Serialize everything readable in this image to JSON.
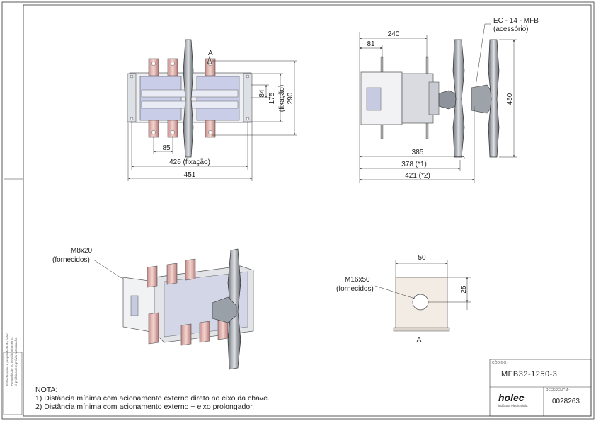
{
  "front_view": {
    "label_a": "A",
    "dim_84": "84",
    "dim_175": "175",
    "dim_175_note": "(fixação)",
    "dim_290": "290",
    "dim_85": "85",
    "dim_426": "426 (fixação)",
    "dim_451": "451"
  },
  "side_view": {
    "accessory_label": "EC - 14 - MFB",
    "accessory_note": "(acessório)",
    "dim_240": "240",
    "dim_81": "81",
    "dim_450": "450",
    "dim_385": "385",
    "dim_378": "378 (*1)",
    "dim_421": "421 (*2)"
  },
  "iso_view": {
    "callout_line1": "M8x20",
    "callout_line2": "(fornecidos)"
  },
  "detail_a": {
    "dim_50": "50",
    "dim_25": "25",
    "callout_line1": "M16x50",
    "callout_line2": "(fornecidos)",
    "label": "A"
  },
  "notes": {
    "title": "NOTA:",
    "note1": "1) Distância mínima com acionamento externo direto no eixo da chave.",
    "note2": "2) Distância mínima com acionamento externo + eixo prolongador."
  },
  "side_strip": {
    "line1": "Este desenho é propriedade da holec.",
    "line2": "Reprodução ou cessão a terceiros",
    "line3": "é proibida sem prévia autorização."
  },
  "title_block": {
    "code_caption": "CÓDIGO:",
    "code": "MFB32-1250-3",
    "brand": "holec",
    "brand_sub": "indústria elétrica ltda.",
    "reference_caption": "REFERÊNCIA:",
    "reference": "0028263"
  }
}
